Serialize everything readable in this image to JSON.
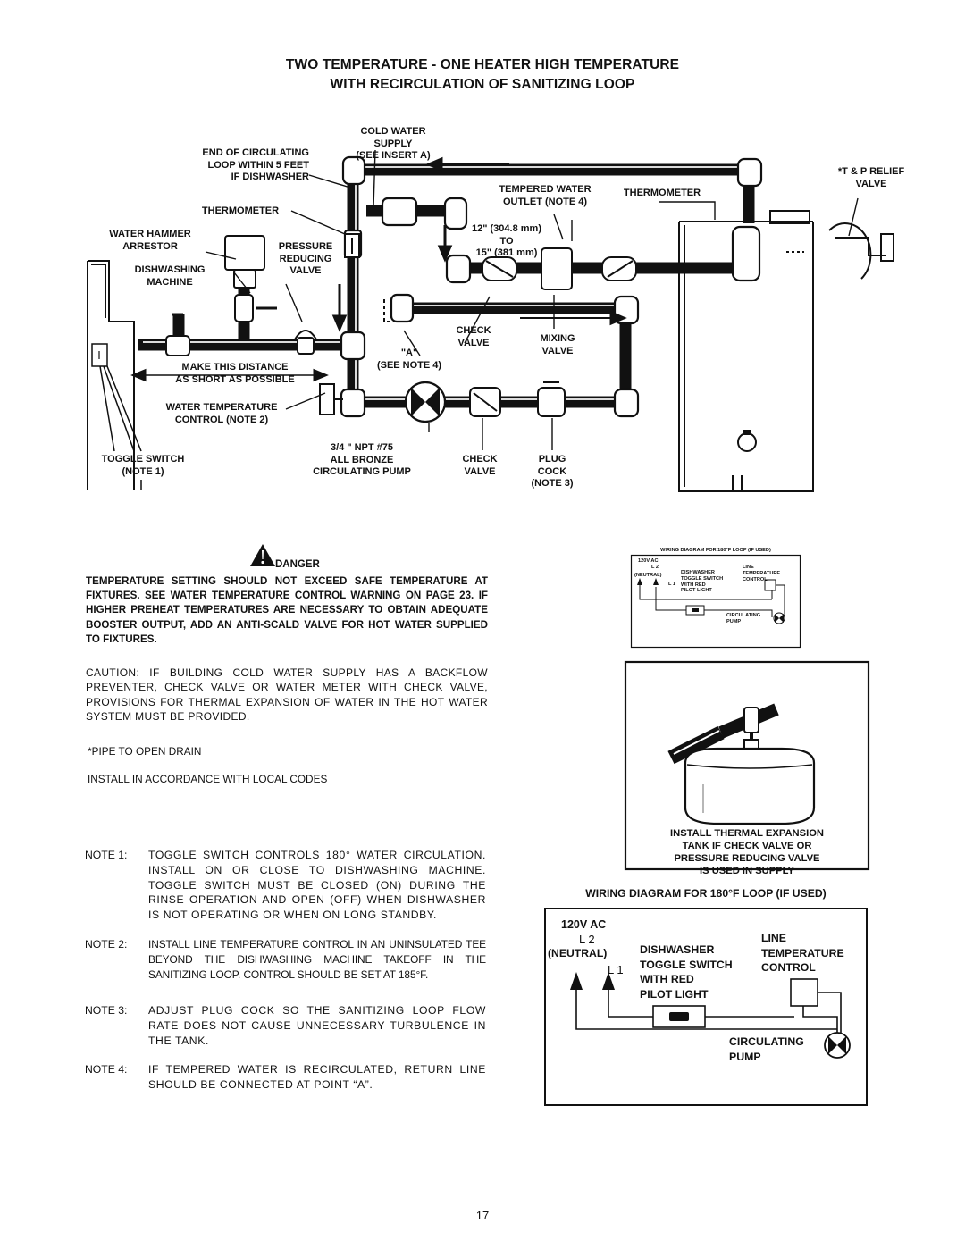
{
  "title": {
    "line1": "TWO TEMPERATURE - ONE HEATER HIGH TEMPERATURE",
    "line2": "WITH RECIRCULATION OF SANITIZING LOOP"
  },
  "diagram": {
    "cold_water_supply": "COLD WATER SUPPLY\n(SEE INSERT A)",
    "end_of_loop": "END OF CIRCULATING\nLOOP WITHIN 5 FEET\nIF DISHWASHER",
    "thermometer_left": "THERMOMETER",
    "water_hammer": "WATER HAMMER\nARRESTOR",
    "pressure_reducing": "PRESSURE\nREDUCING\nVALVE",
    "dishwashing_machine": "DISHWASHING\nMACHINE",
    "make_distance": "MAKE THIS DISTANCE\nAS SHORT AS POSSIBLE",
    "water_temp_control": "WATER TEMPERATURE\nCONTROL (NOTE 2)",
    "toggle_switch": "TOGGLE SWITCH\n(NOTE 1)",
    "pump": "3/4 \" NPT #75\nALL BRONZE\nCIRCULATING PUMP",
    "check_valve_bottom": "CHECK\nVALVE",
    "plug_cock": "PLUG\nCOCK\n(NOTE 3)",
    "point_a": "\"A\"\n(SEE NOTE 4)",
    "check_valve_mid": "CHECK\nVALVE",
    "mixing_valve": "MIXING\nVALVE",
    "tempered_outlet": "TEMPERED WATER\nOUTLET (NOTE 4)",
    "distance": "12\" (304.8 mm)\nTO\n15\" (381 mm)",
    "thermometer_right": "THERMOMETER",
    "tp_relief": "*T & P RELIEF\nVALVE"
  },
  "danger": {
    "heading": "DANGER",
    "text": "TEMPERATURE SETTING SHOULD NOT EXCEED SAFE TEMPERATURE AT FIXTURES. SEE WATER TEMPERATURE CONTROL WARNING ON PAGE 23. IF HIGHER PREHEAT TEMPERATURES ARE NECESSARY TO OBTAIN ADEQUATE BOOSTER OUTPUT, ADD AN ANTI-SCALD VALVE FOR HOT WATER SUPPLIED TO FIXTURES."
  },
  "caution": "CAUTION: IF BUILDING COLD WATER SUPPLY HAS A BACKFLOW PREVENTER, CHECK VALVE OR WATER METER WITH CHECK VALVE, PROVISIONS FOR THERMAL EXPANSION OF WATER IN THE HOT WATER SYSTEM MUST BE PROVIDED.",
  "pipe_drain": "*PIPE TO OPEN DRAIN",
  "install_codes": "INSTALL IN ACCORDANCE WITH LOCAL CODES",
  "notes": [
    {
      "num": "NOTE 1:",
      "text": "TOGGLE SWITCH CONTROLS 180° WATER CIRCULATION. INSTALL ON OR CLOSE TO DISHWASHING MACHINE. TOGGLE SWITCH MUST BE CLOSED (ON) DURING THE RINSE OPERATION AND OPEN (OFF) WHEN DISHWASHER IS NOT OPERATING OR WHEN ON LONG STANDBY."
    },
    {
      "num": "NOTE 2:",
      "text": "INSTALL LINE TEMPERATURE CONTROL IN AN UNINSULATED TEE BEYOND THE DISHWASHING MACHINE TAKEOFF IN THE SANITIZING LOOP. CONTROL SHOULD BE SET AT 185°F."
    },
    {
      "num": "NOTE 3:",
      "text": "ADJUST PLUG COCK SO THE SANITIZING LOOP FLOW RATE DOES NOT CAUSE UNNECESSARY TURBULENCE IN THE TANK."
    },
    {
      "num": "NOTE 4:",
      "text": "IF TEMPERED WATER IS RECIRCULATED, RETURN LINE SHOULD BE CONNECTED AT POINT “A”."
    }
  ],
  "small_wiring": {
    "title": "WIRING DIAGRAM FOR 180°F LOOP (IF USED)",
    "v120": "120V AC",
    "l2": "L 2",
    "neutral": "(NEUTRAL)",
    "l1": "L 1",
    "dishwasher": "DISHWASHER\nTOGGLE SWITCH\nWITH RED\nPILOT LIGHT",
    "line_temp": "LINE\nTEMPERATURE\nCONTROL",
    "pump": "CIRCULATING\nPUMP"
  },
  "expansion_caption": "INSTALL THERMAL EXPANSION\nTANK IF CHECK VALVE OR\nPRESSURE REDUCING VALVE\nIS USED IN SUPPLY",
  "wiring": {
    "title": "WIRING DIAGRAM FOR 180°F LOOP (IF USED)",
    "v120": "120V AC",
    "l2": "L 2",
    "neutral": "(NEUTRAL)",
    "l1": "L 1",
    "dishwasher": "DISHWASHER\nTOGGLE SWITCH\nWITH RED\nPILOT LIGHT",
    "line_temp": "LINE\nTEMPERATURE\nCONTROL",
    "pump": "CIRCULATING\nPUMP"
  },
  "page_number": "17"
}
